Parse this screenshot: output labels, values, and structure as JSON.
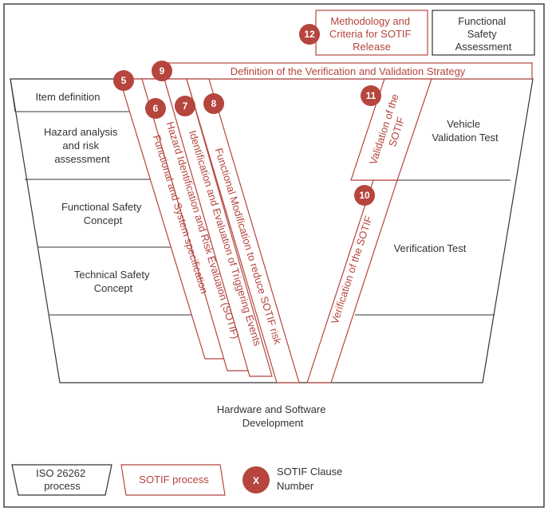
{
  "colors": {
    "accent": "#b5453d",
    "outline": "#333333",
    "gray_fill": "#bfbfbf"
  },
  "iso_blocks": {
    "item_definition": "Item definition",
    "hazard_analysis": [
      "Hazard analysis",
      "and risk",
      "assessment"
    ],
    "functional_safety_concept": [
      "Functional Safety",
      "Concept"
    ],
    "technical_safety_concept": [
      "Technical Safety",
      "Concept"
    ],
    "hardware_software": [
      "Hardware and Software",
      "Development"
    ],
    "verification_test": "Verification Test",
    "vehicle_validation": [
      "Vehicle",
      "Validation Test"
    ],
    "functional_safety_assessment": [
      "Functional",
      "Safety",
      "Assessment"
    ]
  },
  "sotif_blocks": {
    "methodology": [
      "Methodology and",
      "Criteria for SOTIF",
      "Release"
    ],
    "strategy": "Definition of the Verification and Validation Strategy",
    "functional_system_spec": "Functional and System specification",
    "hazard_identification": "Hazard Identification and Risk Evaluaion (SOTIF)",
    "triggering_events": "Identification and Evaluation of Triggering Events",
    "functional_modification": "Functional Modification to reduce SOTIF risk",
    "verification": "Verification of the SOTIF",
    "validation": [
      "Validation of the",
      "SOTIF"
    ]
  },
  "clause_numbers": {
    "c5": "5",
    "c6": "6",
    "c7": "7",
    "c8": "8",
    "c9": "9",
    "c10": "10",
    "c11": "11",
    "c12": "12"
  },
  "legend": {
    "iso": [
      "ISO 26262",
      "process"
    ],
    "sotif": "SOTIF process",
    "clause_marker": "X",
    "clause": [
      "SOTIF Clause",
      "Number"
    ]
  }
}
